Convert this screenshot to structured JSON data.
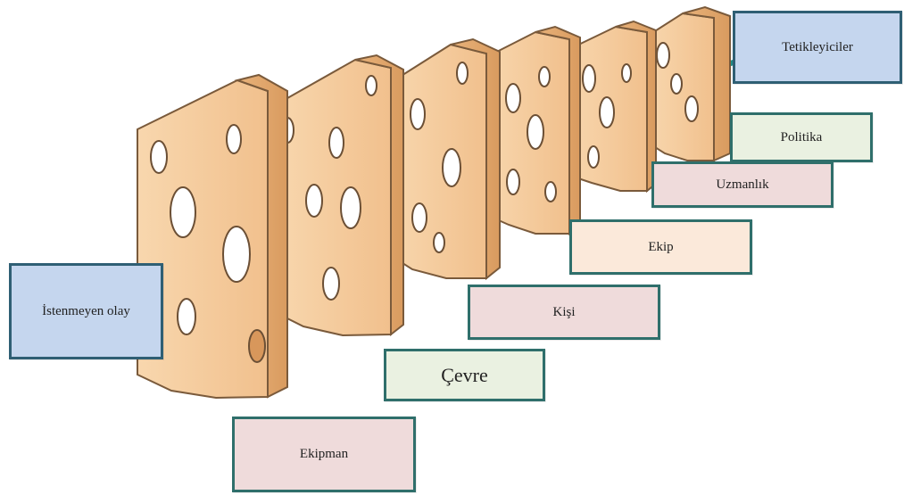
{
  "diagram": {
    "labels": {
      "triggers": "Tetikleyiciler",
      "policy": "Politika",
      "expertise": "Uzmanlık",
      "team": "Ekip",
      "person": "Kişi",
      "environment": "Çevre",
      "equipment": "Ekipman",
      "unwanted_event": "İstenmeyen olay"
    },
    "colors": {
      "cheese": "#f3c99b",
      "cheese_shadow": "#e2a86f",
      "cheese_outline": "#7a5a3b",
      "trajectory": "#1e8c86",
      "box_border": "#2f6f6b",
      "box_blue": "#c5d6ee",
      "box_pink": "#efdbdb",
      "box_peach": "#fbe9da",
      "box_green": "#eaf1e1"
    }
  }
}
